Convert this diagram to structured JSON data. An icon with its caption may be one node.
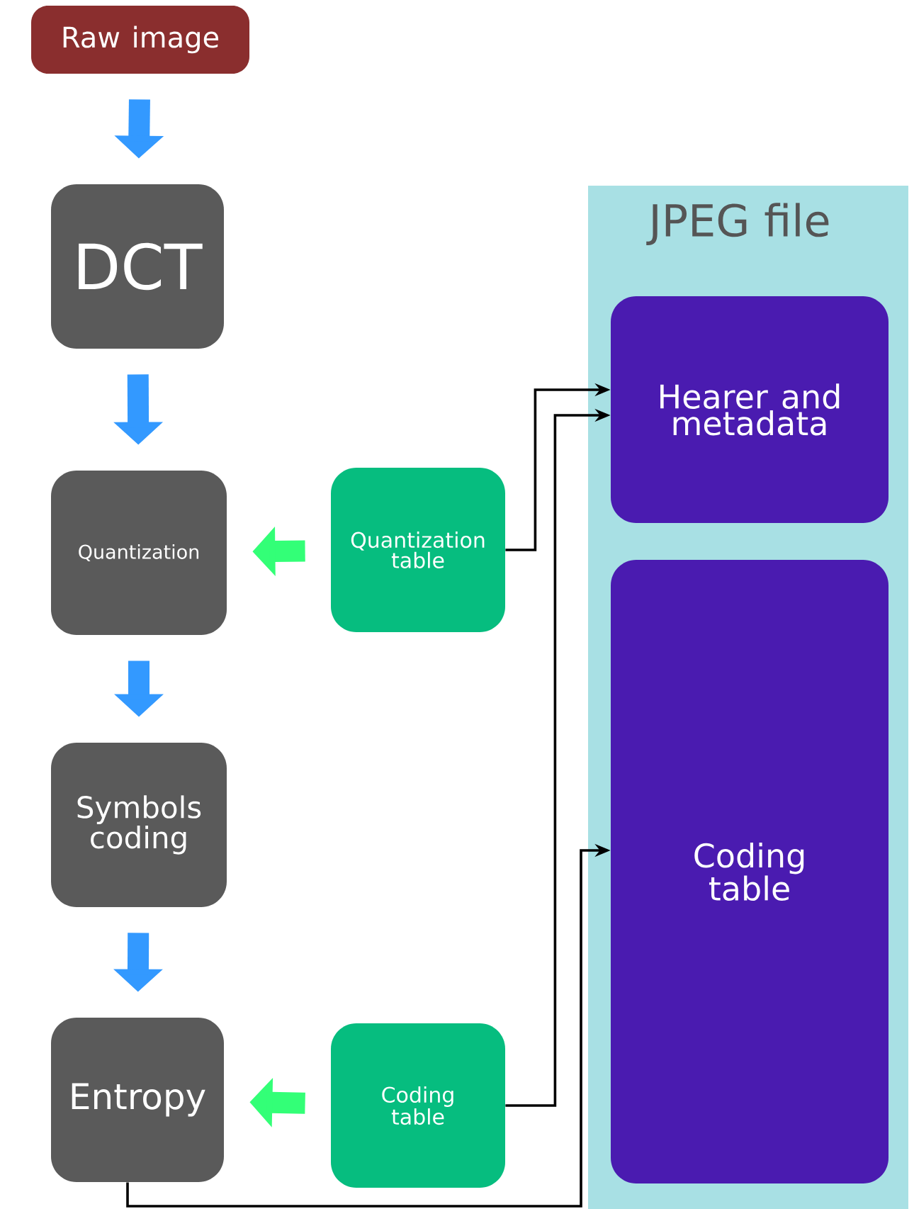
{
  "diagram": {
    "nodes": [
      {
        "text": [
          "Raw image"
        ]
      },
      {
        "text": [
          "DCT"
        ]
      },
      {
        "text": [
          "Quantization"
        ]
      },
      {
        "text": [
          "Quantization table"
        ]
      },
      {
        "text": [
          "Symbols coding"
        ]
      },
      {
        "text": [
          "Entropy"
        ]
      },
      {
        "text": [
          "Coding table"
        ]
      },
      {
        "text": [
          "JPEG file"
        ]
      },
      {
        "text": [
          "Hearer and metadata"
        ],
        "in": 7
      },
      {
        "text": [
          "Coding table"
        ],
        "in": 7
      }
    ],
    "edges": [
      {
        "from": 0,
        "to": 1,
        "arrow": "to"
      },
      {
        "from": 1,
        "to": 2,
        "arrow": "to"
      },
      {
        "from": 2,
        "to": 4,
        "arrow": "to"
      },
      {
        "from": 4,
        "to": 5,
        "arrow": "to"
      },
      {
        "from": 3,
        "to": 2,
        "arrow": "to",
        "color": "#33ff77"
      },
      {
        "from": 6,
        "to": 5,
        "arrow": "to",
        "color": "#33ff77"
      },
      {
        "from": 3,
        "to": 8,
        "arrow": "to",
        "color": "#000000"
      },
      {
        "from": 6,
        "to": 8,
        "arrow": "to",
        "color": "#000000"
      },
      {
        "from": 5,
        "to": 9,
        "arrow": "to",
        "color": "#000000"
      }
    ]
  }
}
